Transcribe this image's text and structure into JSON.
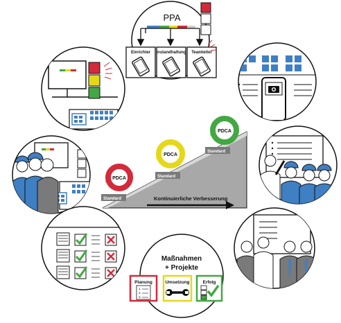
{
  "ppa": {
    "title": "PPA",
    "roles": [
      "Einrichter",
      "Instandhaltung",
      "Teamleiter"
    ]
  },
  "improvement": {
    "arrow_label": "Kontinuierliche Verbesserung",
    "cycles": [
      {
        "label": "PDCA",
        "standard": "Standard",
        "color": "#d42a3a"
      },
      {
        "label": "PDCA",
        "standard": "Standard",
        "color": "#e5d81a"
      },
      {
        "label": "PDCA",
        "standard": "Standard",
        "color": "#43a843"
      }
    ],
    "base_standard": "Standard"
  },
  "measures": {
    "title_line1": "Maßnahmen",
    "title_line2": "+ Projekte",
    "boxes": [
      {
        "label": "Planung",
        "color": "#d42a3a",
        "items": [
          "1.",
          "2.",
          "3."
        ]
      },
      {
        "label": "Umsetzung",
        "color": "#e5d81a"
      },
      {
        "label": "Erfolg",
        "color": "#43a843"
      }
    ]
  },
  "colors": {
    "stroke": "#111111",
    "blue": "#3f7fc4",
    "red": "#d42a3a",
    "yellow": "#e5d81a",
    "green": "#43a843",
    "grey": "#7a7a7a"
  }
}
